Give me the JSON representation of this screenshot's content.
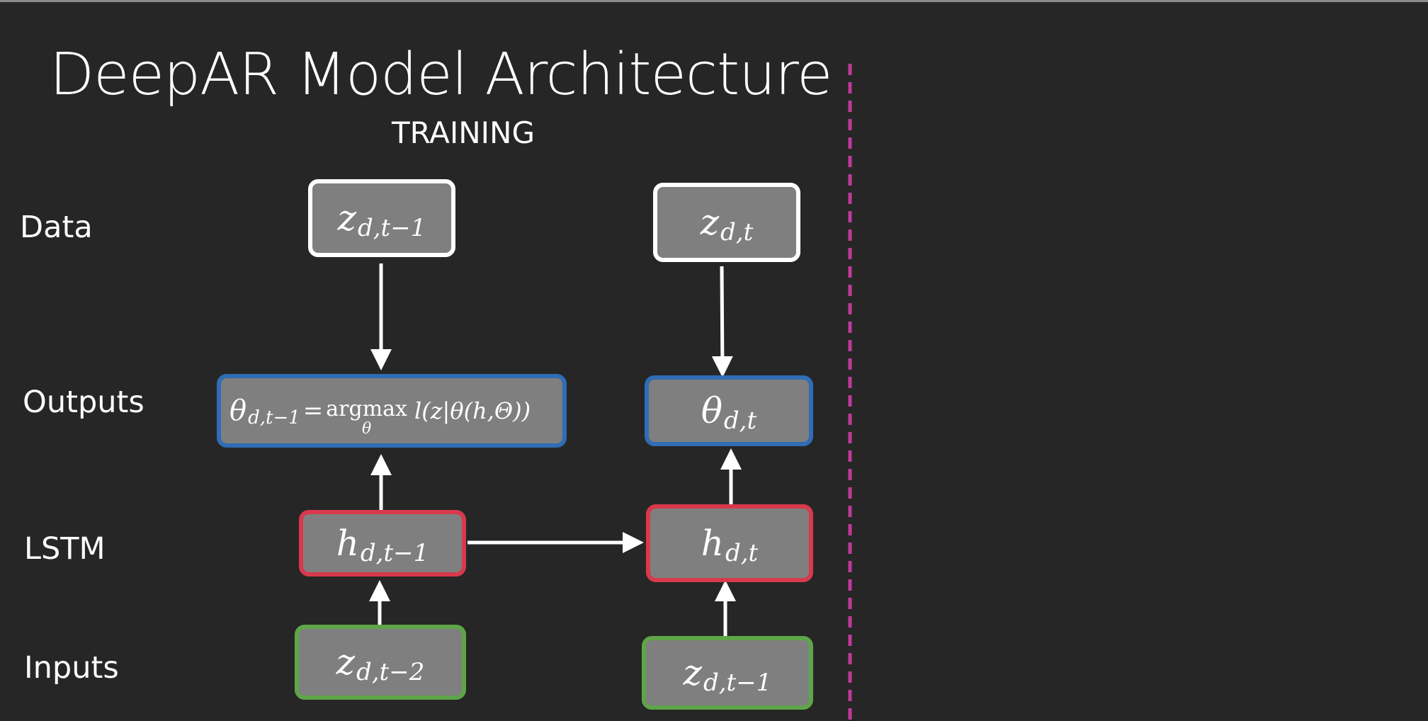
{
  "slide": {
    "title": "DeepAR Model Architecture",
    "subtitle": "TRAINING"
  },
  "rows": {
    "data": "Data",
    "outputs": "Outputs",
    "lstm": "LSTM",
    "inputs": "Inputs"
  },
  "nodes": {
    "data_prev": {
      "symbol": "z",
      "subscript": "d,t−1"
    },
    "data_curr": {
      "symbol": "z",
      "subscript": "d,t"
    },
    "output_prev": {
      "symbol": "θ",
      "subscript": "d,t−1",
      "equals": "=",
      "operator": "argmax",
      "operator_limit": "θ",
      "expression": "l(z|θ(h,Θ))"
    },
    "output_curr": {
      "symbol": "θ",
      "subscript": "d,t"
    },
    "lstm_prev": {
      "symbol": "h",
      "subscript": "d,t−1"
    },
    "lstm_curr": {
      "symbol": "h",
      "subscript": "d,t"
    },
    "input_prev": {
      "symbol": "z",
      "subscript": "d,t−2"
    },
    "input_curr": {
      "symbol": "z",
      "subscript": "d,t−1"
    }
  },
  "colors": {
    "background": "#262626",
    "node_fill": "#7f7f7f",
    "data_border": "#ffffff",
    "output_border": "#2f6db5",
    "lstm_border": "#d8394d",
    "input_border": "#5ea549",
    "divider": "#c0399a"
  }
}
